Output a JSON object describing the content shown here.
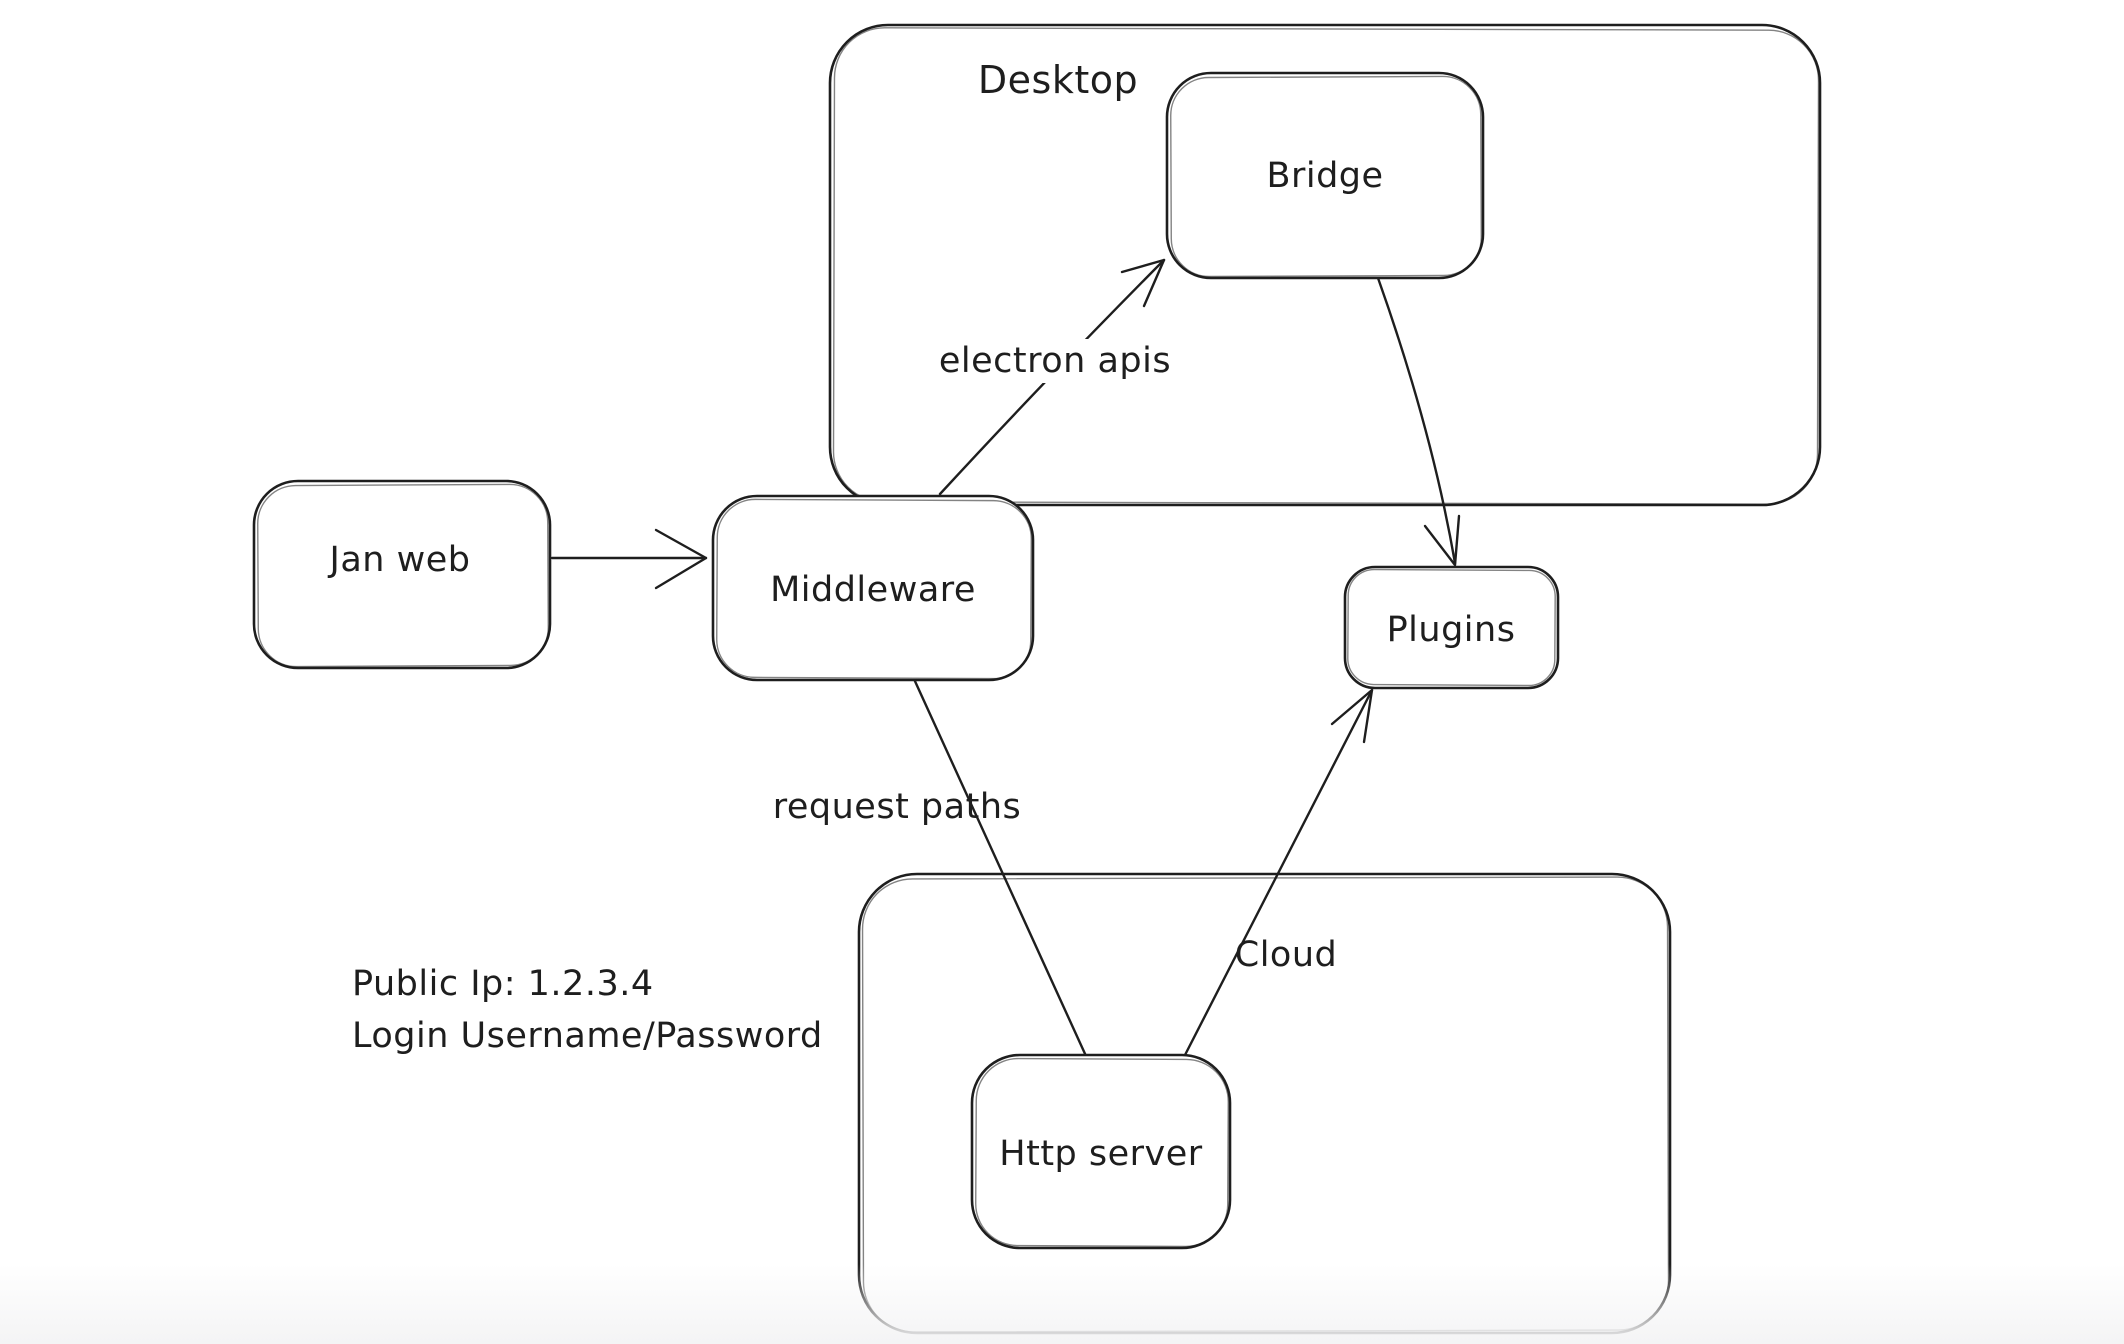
{
  "diagram": {
    "containers": {
      "desktop": {
        "label": "Desktop"
      },
      "cloud": {
        "label": "Cloud"
      }
    },
    "nodes": {
      "jan_web": {
        "label": "Jan web"
      },
      "middleware": {
        "label": "Middleware"
      },
      "bridge": {
        "label": "Bridge"
      },
      "plugins": {
        "label": "Plugins"
      },
      "http_server": {
        "label": "Http server"
      }
    },
    "edge_labels": {
      "electron_apis": {
        "label": "electron apis"
      },
      "request_paths": {
        "label": "request paths"
      }
    },
    "edges": [
      {
        "from": "jan_web",
        "to": "middleware",
        "label": ""
      },
      {
        "from": "middleware",
        "to": "bridge",
        "label": "electron apis"
      },
      {
        "from": "bridge",
        "to": "plugins",
        "label": ""
      },
      {
        "from": "middleware",
        "to": "http_server",
        "label": "request paths"
      },
      {
        "from": "http_server",
        "to": "plugins",
        "label": ""
      }
    ],
    "note": {
      "line1": "Public Ip: 1.2.3.4",
      "line2": "Login Username/Password"
    },
    "colors": {
      "stroke": "#1e1e1e",
      "background": "#ffffff"
    }
  }
}
